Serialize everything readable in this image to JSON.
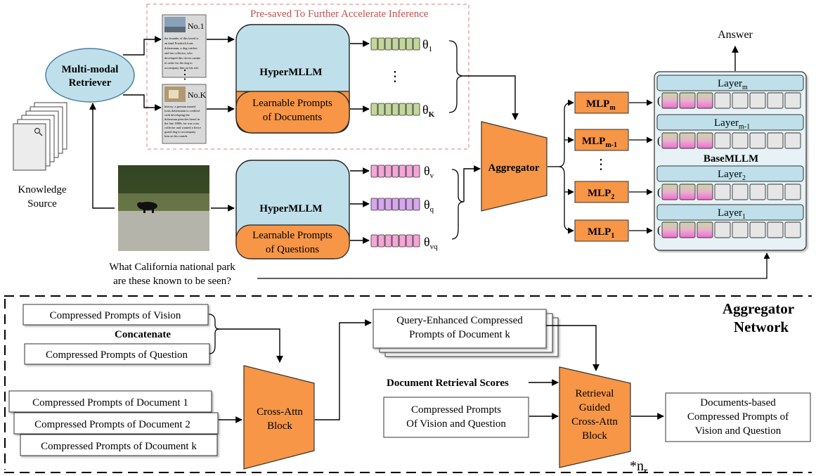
{
  "top": {
    "presaved_label": "Pre-saved To Further Accelerate Inference",
    "retriever": {
      "line1": "Multi-modal",
      "line2": "Retriever"
    },
    "knowledge": {
      "line1": "Knowledge",
      "line2": "Source"
    },
    "docs": [
      {
        "label": "No.1",
        "text": [
          "the founder of this breed is",
          "an kind Friedrich louis",
          "dobermann, a dog-catcher",
          "and tax collector, who",
          "developed this clever canine",
          "in order for the dog to",
          "accompany him on his rob."
        ]
      },
      {
        "label": "No.K",
        "text": [
          "history. a german named",
          "louis dobermann is credited",
          "with developing the",
          "doberman pinscher breed in",
          "the late 1800s. he was a tax",
          "collector and wanted a fierce",
          "guard dog to accompany",
          "him on his rounds."
        ]
      }
    ],
    "vdots": "⋮",
    "hyper1": {
      "title": "HyperMLLM",
      "prompt1": "Learnable Prompts",
      "prompt2": "of Documents"
    },
    "hyper2": {
      "title": "HyperMLLM",
      "prompt1": "Learnable Prompts",
      "prompt2": "of Questions"
    },
    "theta": {
      "sym": "θ",
      "doc1": "1",
      "docK": "K",
      "v": "v",
      "q": "q",
      "vq": "vq"
    },
    "question": {
      "line1": "What California national park",
      "line2": "are these known to be seen?"
    },
    "aggregator": "Aggregator",
    "answer": "Answer",
    "mlp": {
      "base": "MLP",
      "m": "m",
      "m1": "m-1",
      "two": "2",
      "one": "1"
    },
    "layer": {
      "base": "Layer",
      "m": "m",
      "m1": "m-1",
      "two": "2",
      "one": "1"
    },
    "basemllm": "BaseMLLM"
  },
  "bottom": {
    "title_line1": "Aggregator",
    "title_line2": "Network",
    "cp_vision": "Compressed Prompts of Vision",
    "concatenate": "Concatenate",
    "cp_question": "Compressed Prompts of Question",
    "doc_prompts": [
      "Compressed Prompts of Document 1",
      "Compressed Prompts of Document 2",
      "Compressed Prompts of Dcoument k"
    ],
    "cross_attn": {
      "line1": "Cross-Attn",
      "line2": "Block"
    },
    "query_enh": {
      "line1": "Query-Enhanced Compressed",
      "line2": "Prompts of Document k"
    },
    "retrieval_scores": "Document Retrieval Scores",
    "cp_vq": {
      "line1": "Compressed Prompts",
      "line2": "Of Vision and Question"
    },
    "rg_block": {
      "line1": "Retrieval",
      "line2": "Guided",
      "line3": "Cross-Attn",
      "line4": "Block"
    },
    "nr": {
      "prefix": "*n",
      "sub": "r"
    },
    "output": {
      "line1": "Documents-based",
      "line2": "Compressed Prompts of",
      "line3": "Vision and Question"
    }
  },
  "colors": {
    "light_blue": "#bfe0ea",
    "orange": "#f79646",
    "green_token": "#c4d79b",
    "pink_token": "#f4a6d7",
    "purple_token": "#d8a6f0",
    "dashed_red": "#d9807a"
  }
}
